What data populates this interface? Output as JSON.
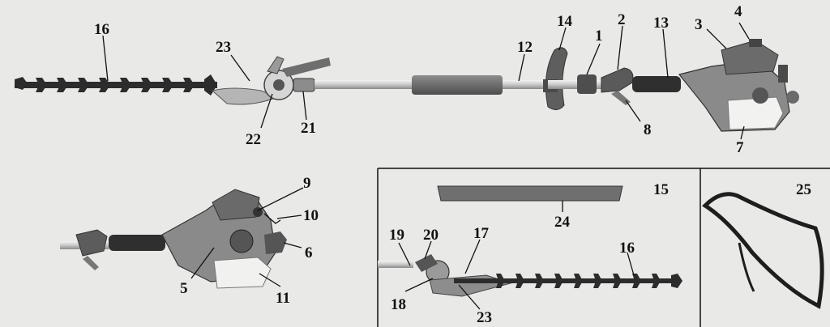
{
  "labels": {
    "l1": "1",
    "l2": "2",
    "l3": "3",
    "l4": "4",
    "l5": "5",
    "l6": "6",
    "l7": "7",
    "l8": "8",
    "l9": "9",
    "l10": "10",
    "l11": "11",
    "l12": "12",
    "l13": "13",
    "l14": "14",
    "l15": "15",
    "l16a": "16",
    "l16b": "16",
    "l17": "17",
    "l18": "18",
    "l19": "19",
    "l20": "20",
    "l21": "21",
    "l22": "22",
    "l23a": "23",
    "l23b": "23",
    "l24": "24",
    "l25": "25"
  },
  "colors": {
    "background": "#e9e9e7",
    "metal_dark": "#3a3a3a",
    "body_gray": "#7a7a7a",
    "light_gray": "#b8b8b8",
    "tank_white": "#eeeeec"
  }
}
